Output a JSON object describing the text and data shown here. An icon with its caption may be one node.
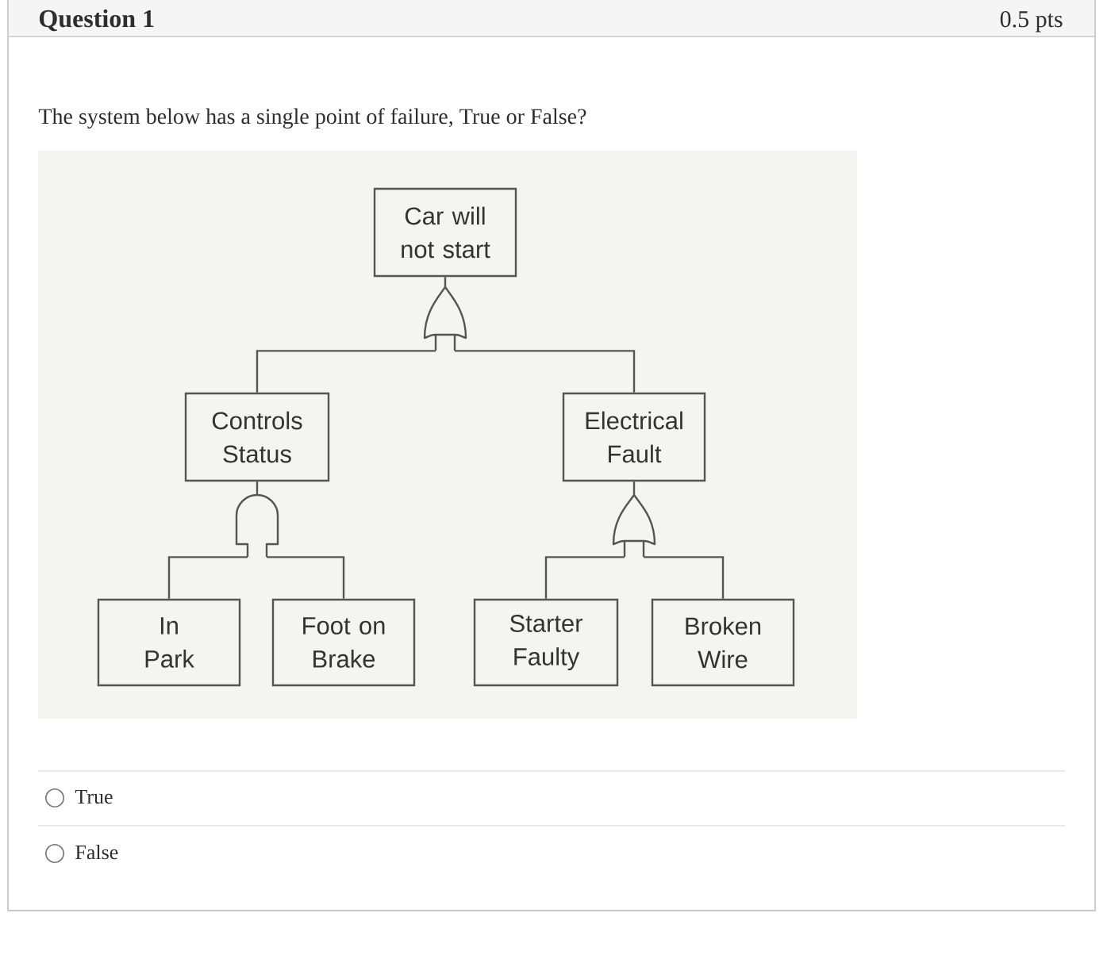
{
  "diagram": {
    "nodes": [
      {
        "text": [
          "Car will not start"
        ]
      },
      {
        "text": [],
        "shape": "or-gate"
      },
      {
        "text": [
          "Controls Status"
        ]
      },
      {
        "text": [
          "Electrical Fault"
        ]
      },
      {
        "text": [],
        "shape": "and-gate"
      },
      {
        "text": [],
        "shape": "or-gate"
      },
      {
        "text": [
          "In Park"
        ]
      },
      {
        "text": [
          "Foot on Brake"
        ]
      },
      {
        "text": [
          "Starter Faulty"
        ]
      },
      {
        "text": [
          "Broken Wire"
        ]
      }
    ],
    "edges": [
      {
        "from": 0,
        "to": 1,
        "arrow": "none"
      },
      {
        "from": 1,
        "to": 2,
        "arrow": "none"
      },
      {
        "from": 1,
        "to": 3,
        "arrow": "none"
      },
      {
        "from": 2,
        "to": 4,
        "arrow": "none"
      },
      {
        "from": 3,
        "to": 5,
        "arrow": "none"
      },
      {
        "from": 4,
        "to": 6,
        "arrow": "none"
      },
      {
        "from": 4,
        "to": 7,
        "arrow": "none"
      },
      {
        "from": 5,
        "to": 8,
        "arrow": "none"
      },
      {
        "from": 5,
        "to": 9,
        "arrow": "none"
      }
    ],
    "labels": [
      "Question 1",
      "0.5 pts",
      "The system below has a single point of failure, True or False?",
      "True",
      "False"
    ]
  }
}
